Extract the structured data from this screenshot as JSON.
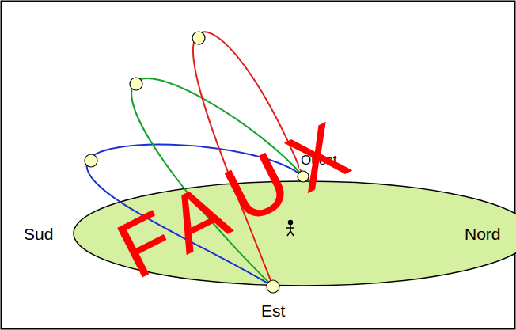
{
  "diagram": {
    "labels": [
      "Ouest",
      "Sud",
      "Nord",
      "Est",
      "FAUX"
    ]
  }
}
